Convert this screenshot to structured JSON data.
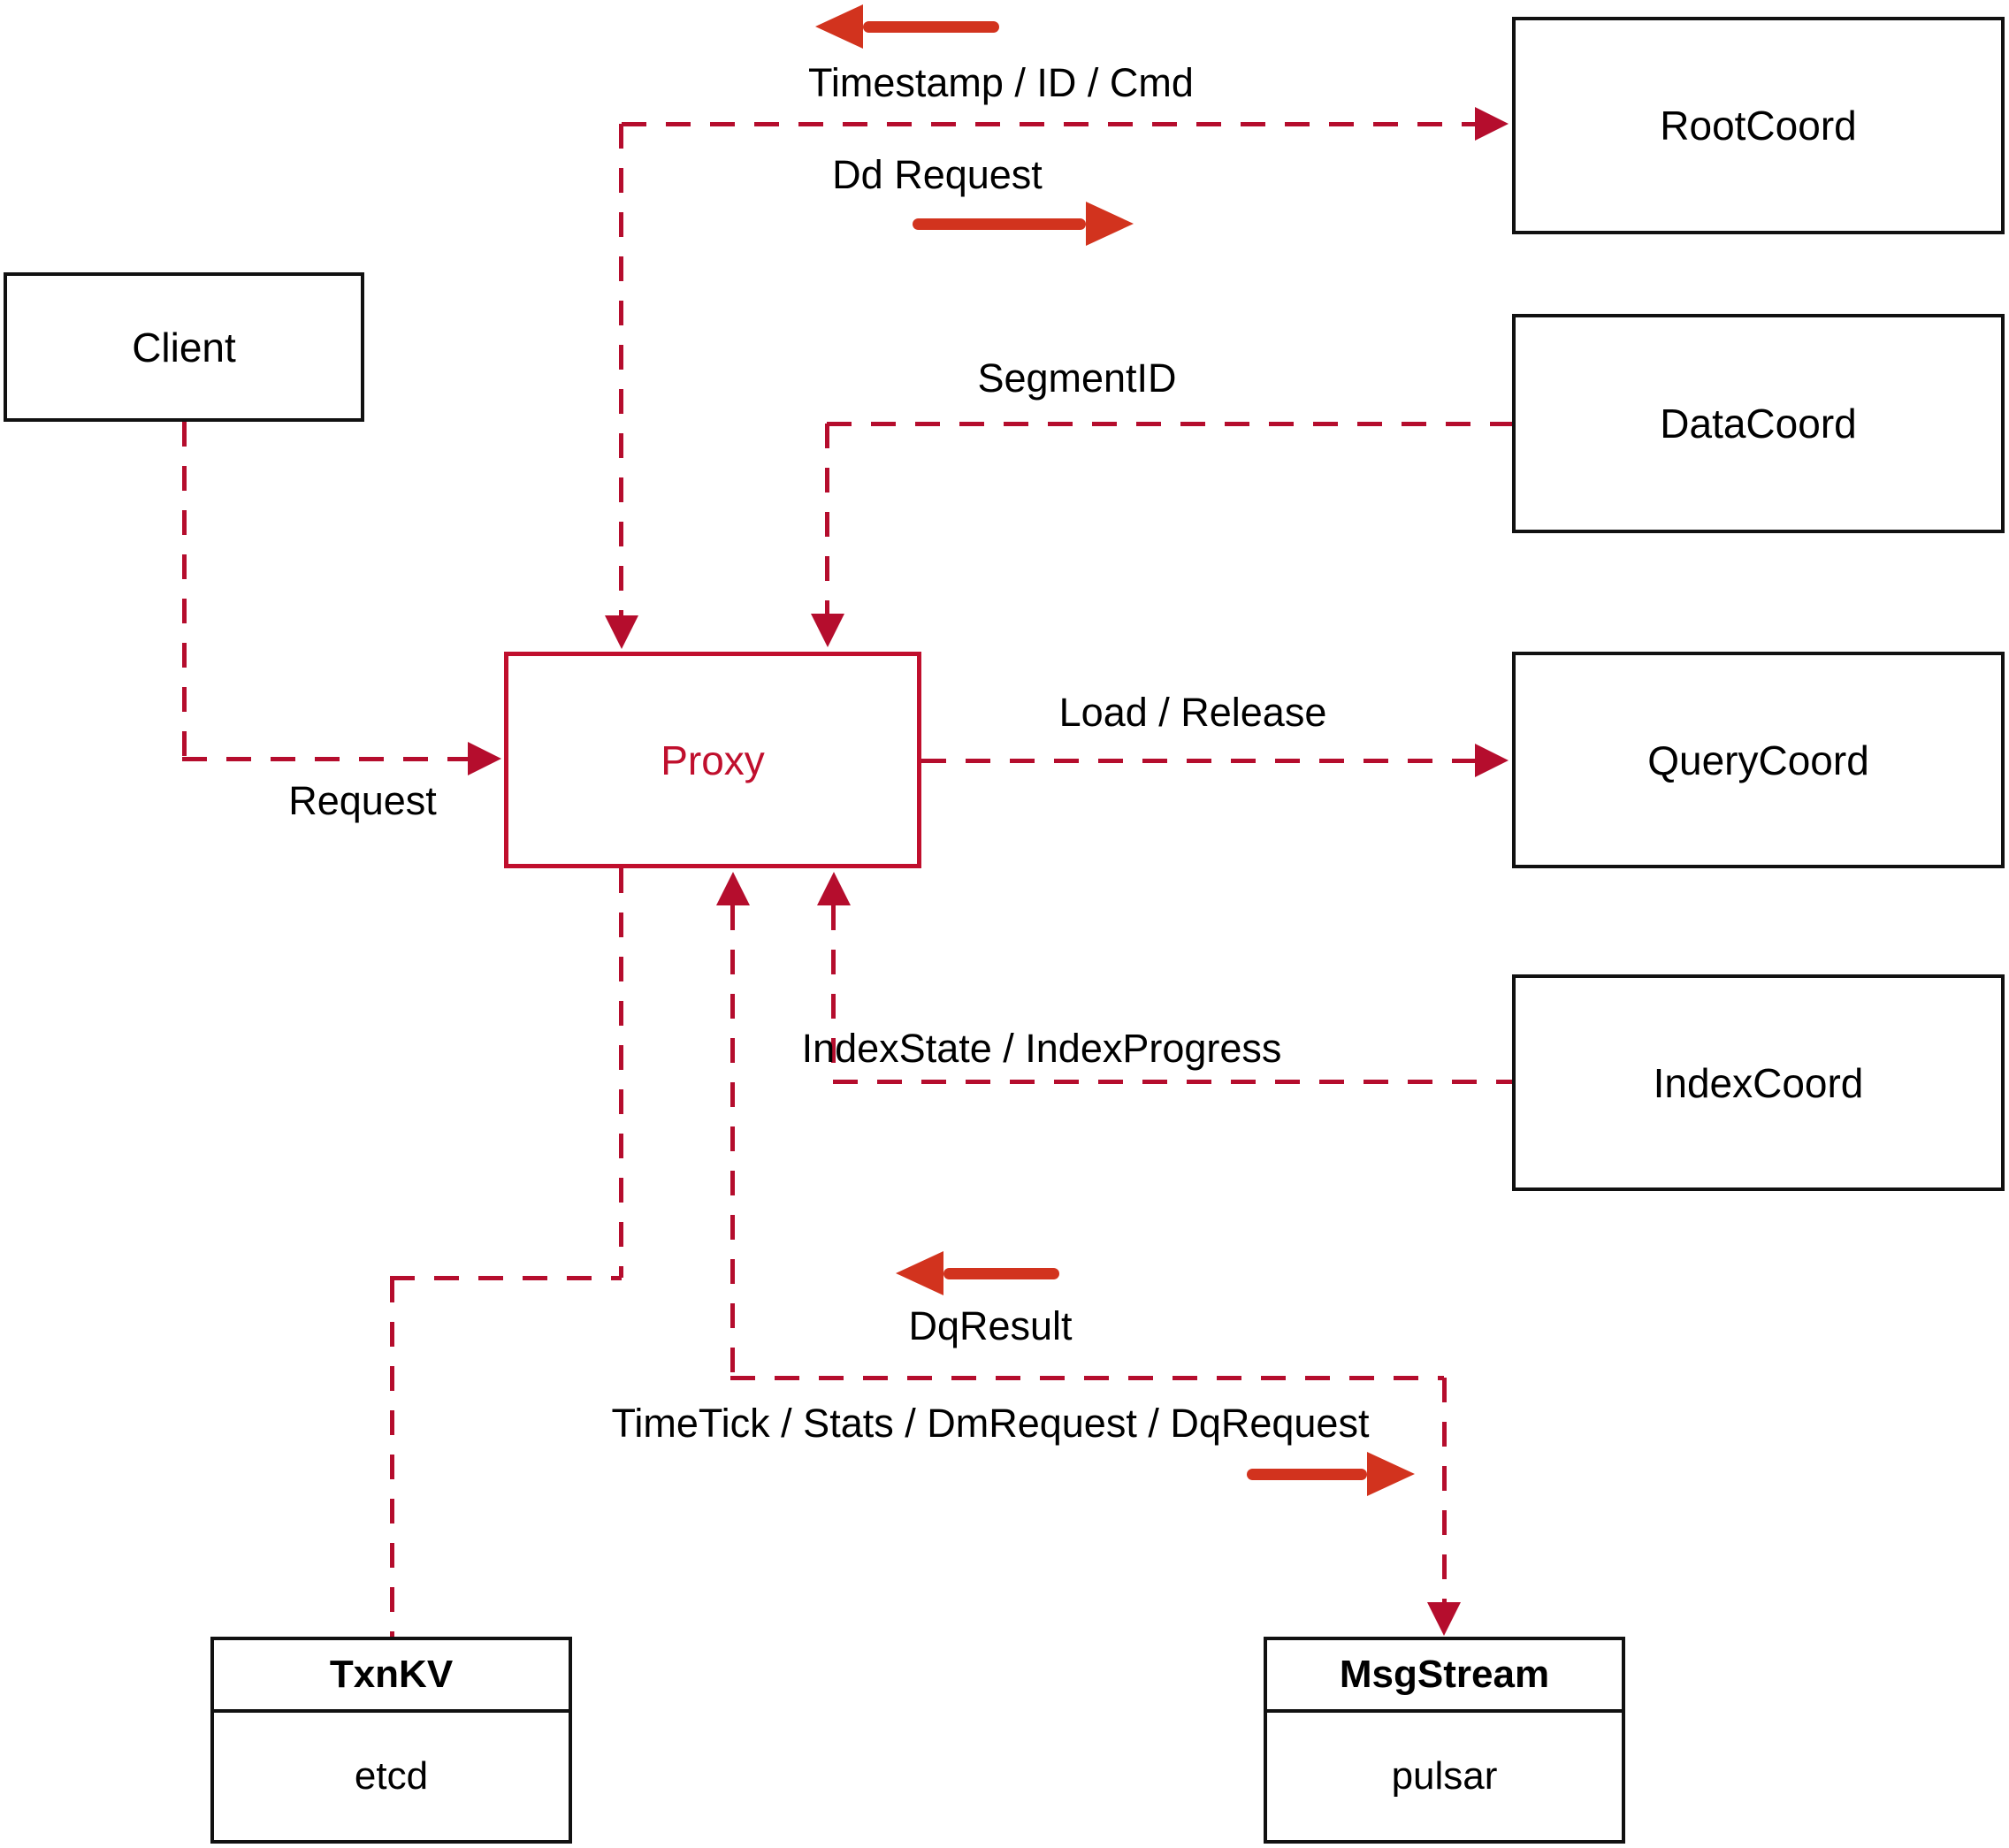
{
  "diagram": {
    "nodes": {
      "client": {
        "label": "Client"
      },
      "proxy": {
        "label": "Proxy"
      },
      "rootcoord": {
        "label": "RootCoord"
      },
      "datacoord": {
        "label": "DataCoord"
      },
      "querycoord": {
        "label": "QueryCoord"
      },
      "indexcoord": {
        "label": "IndexCoord"
      },
      "txnkv": {
        "title": "TxnKV",
        "impl": "etcd"
      },
      "msgstream": {
        "title": "MsgStream",
        "impl": "pulsar"
      }
    },
    "edge_labels": {
      "timestamp_id_cmd": "Timestamp / ID / Cmd",
      "dd_request": "Dd Request",
      "segment_id": "SegmentID",
      "request": "Request",
      "load_release": "Load / Release",
      "index_state": "IndexState / IndexProgress",
      "dq_result": "DqResult",
      "timetick": "TimeTick / Stats / DmRequest / DqRequest"
    },
    "colors": {
      "line": "#b50d2d",
      "arrow": "#d2331e",
      "proxy": "#c00f2d",
      "box_border": "#111111",
      "text": "#000000",
      "background": "#ffffff"
    }
  }
}
